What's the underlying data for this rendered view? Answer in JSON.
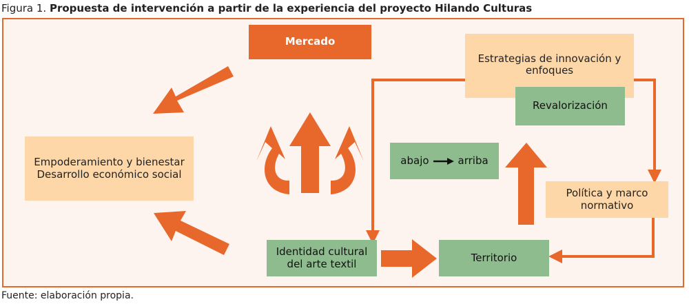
{
  "caption": {
    "prefix": "Figura 1.",
    "title": "Propuesta de intervención a partir de la experiencia del proyecto Hilando Culturas"
  },
  "source": "Fuente: elaboración propia.",
  "nodes": {
    "mercado": "Mercado",
    "estrategias": [
      "Estrategias de innovación y",
      "enfoques"
    ],
    "revalorizacion": "Revalorización",
    "empoderamiento": [
      "Empoderamiento y bienestar",
      "Desarrollo económico social"
    ],
    "abajo": "abajo",
    "arriba": "arriba",
    "politica": [
      "Política y marco",
      "normativo"
    ],
    "identidad": [
      "Identidad cultural",
      "del arte textil"
    ],
    "territorio": "Territorio"
  },
  "colors": {
    "accent": "#e8672a",
    "peach": "#fdd7a7",
    "green": "#8fbc8f",
    "background": "#fdf3ef"
  }
}
